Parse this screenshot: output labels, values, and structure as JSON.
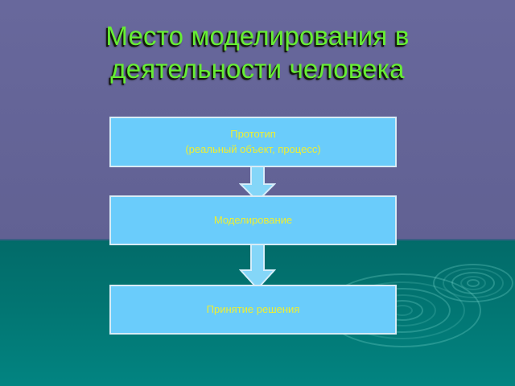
{
  "slide": {
    "title": "Место моделирования в деятельности человека",
    "title_lines": [
      "Место моделирования в",
      "деятельности человека"
    ],
    "colors": {
      "background_top": "#666699",
      "background_bottom": "#027572",
      "title_text": "#66ee33",
      "title_shadow": "#14180f",
      "box_fill": "#6accfb",
      "box_border": "#d8ecf6",
      "box_text": "#eeee33",
      "arrow_fill": "#84d6f8",
      "arrow_edge": "#d6eefb"
    }
  },
  "flow": {
    "steps": [
      {
        "id": "prototype",
        "lines": [
          "Прототип",
          "(реальный объект, процесс)"
        ]
      },
      {
        "id": "modeling",
        "lines": [
          "Моделирование"
        ]
      },
      {
        "id": "decision",
        "lines": [
          "Принятие решения"
        ]
      }
    ],
    "connectors": [
      {
        "id": "arrow-prototype-to-modeling",
        "direction": "down"
      },
      {
        "id": "arrow-modeling-to-decision",
        "direction": "down"
      }
    ]
  },
  "decor": {
    "ripples_label": "water-ripples"
  }
}
